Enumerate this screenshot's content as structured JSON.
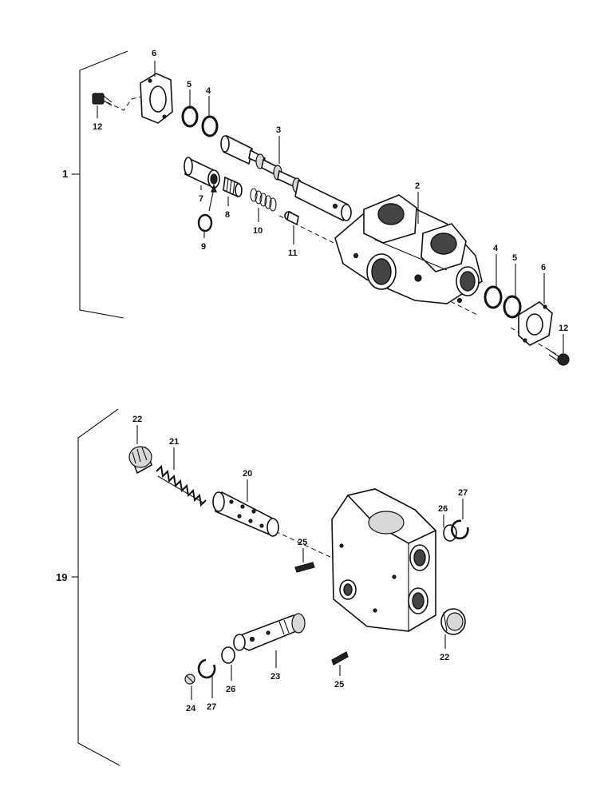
{
  "diagram": {
    "group_top": "1",
    "group_bottom": "19",
    "callouts_top": {
      "c12a": "12",
      "c6a": "6",
      "c5a": "5",
      "c4a": "4",
      "c3": "3",
      "c7": "7",
      "c8": "8",
      "c9": "9",
      "c10": "10",
      "c11": "11",
      "c2": "2",
      "c4b": "4",
      "c5b": "5",
      "c6b": "6",
      "c12b": "12"
    },
    "callouts_bottom": {
      "c22a": "22",
      "c21": "21",
      "c20": "20",
      "c25a": "25",
      "c26a": "26",
      "c27a": "27",
      "c22b": "22",
      "c23": "23",
      "c25b": "25",
      "c26b": "26",
      "c27b": "27",
      "c24": "24"
    }
  }
}
